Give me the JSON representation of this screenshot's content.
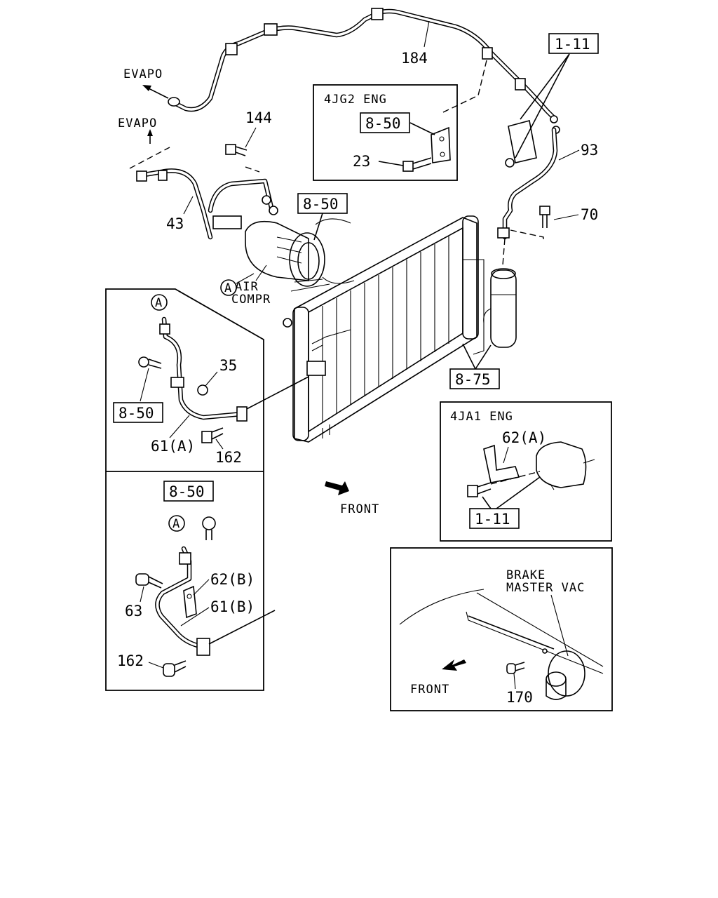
{
  "labels": {
    "evapo_upper": "EVAPO",
    "evapo_lower": "EVAPO",
    "p184": "184",
    "p144": "144",
    "p43": "43",
    "p93": "93",
    "p70": "70",
    "p23": "23",
    "p35": "35",
    "p162_a": "162",
    "p61a": "61(A)",
    "p62b": "62(B)",
    "p63": "63",
    "p61b": "61(B)",
    "p162_b": "162",
    "p62a": "62(A)",
    "p170": "170",
    "air_compr_1": "AIR",
    "air_compr_2": "COMPR",
    "front_main": "FRONT",
    "front_inset": "FRONT",
    "brake_1": "BRAKE",
    "brake_2": "MASTER VAC",
    "circle_a_main": "A",
    "circle_a_inset1": "A",
    "circle_a_inset2": "A"
  },
  "refs": {
    "r1_11_top": "1-11",
    "r8_50_jg2": "8-50",
    "r8_50_compr": "8-50",
    "r8_50_inset1": "8-50",
    "r8_50_inset2": "8-50",
    "r8_75": "8-75",
    "r1_11_ja1": "1-11"
  },
  "insets": {
    "jg2_title": "4JG2 ENG",
    "ja1_title": "4JA1 ENG"
  }
}
